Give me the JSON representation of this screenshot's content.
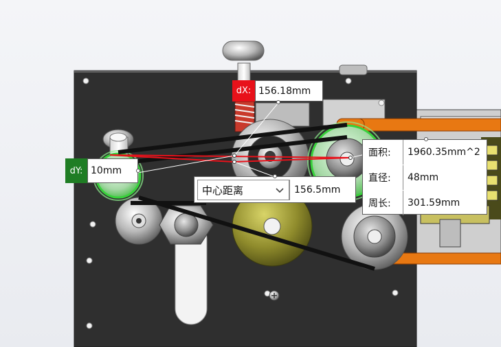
{
  "measure": {
    "dx": {
      "label": "dX:",
      "value": "156.18mm",
      "color": "#e8111a"
    },
    "dy": {
      "label": "dY:",
      "value": "10mm",
      "color": "#1f7d24"
    },
    "center_distance": {
      "mode": "中心距离",
      "value": "156.5mm"
    },
    "properties": [
      {
        "label": "面积:",
        "value": "1960.35mm^2"
      },
      {
        "label": "直径:",
        "value": "48mm"
      },
      {
        "label": "周长:",
        "value": "301.59mm"
      }
    ]
  },
  "colors": {
    "plate": "#2f2f2f",
    "belt": "#e87812",
    "highlight": "#37d13a",
    "measure_line": "#e8111a"
  }
}
